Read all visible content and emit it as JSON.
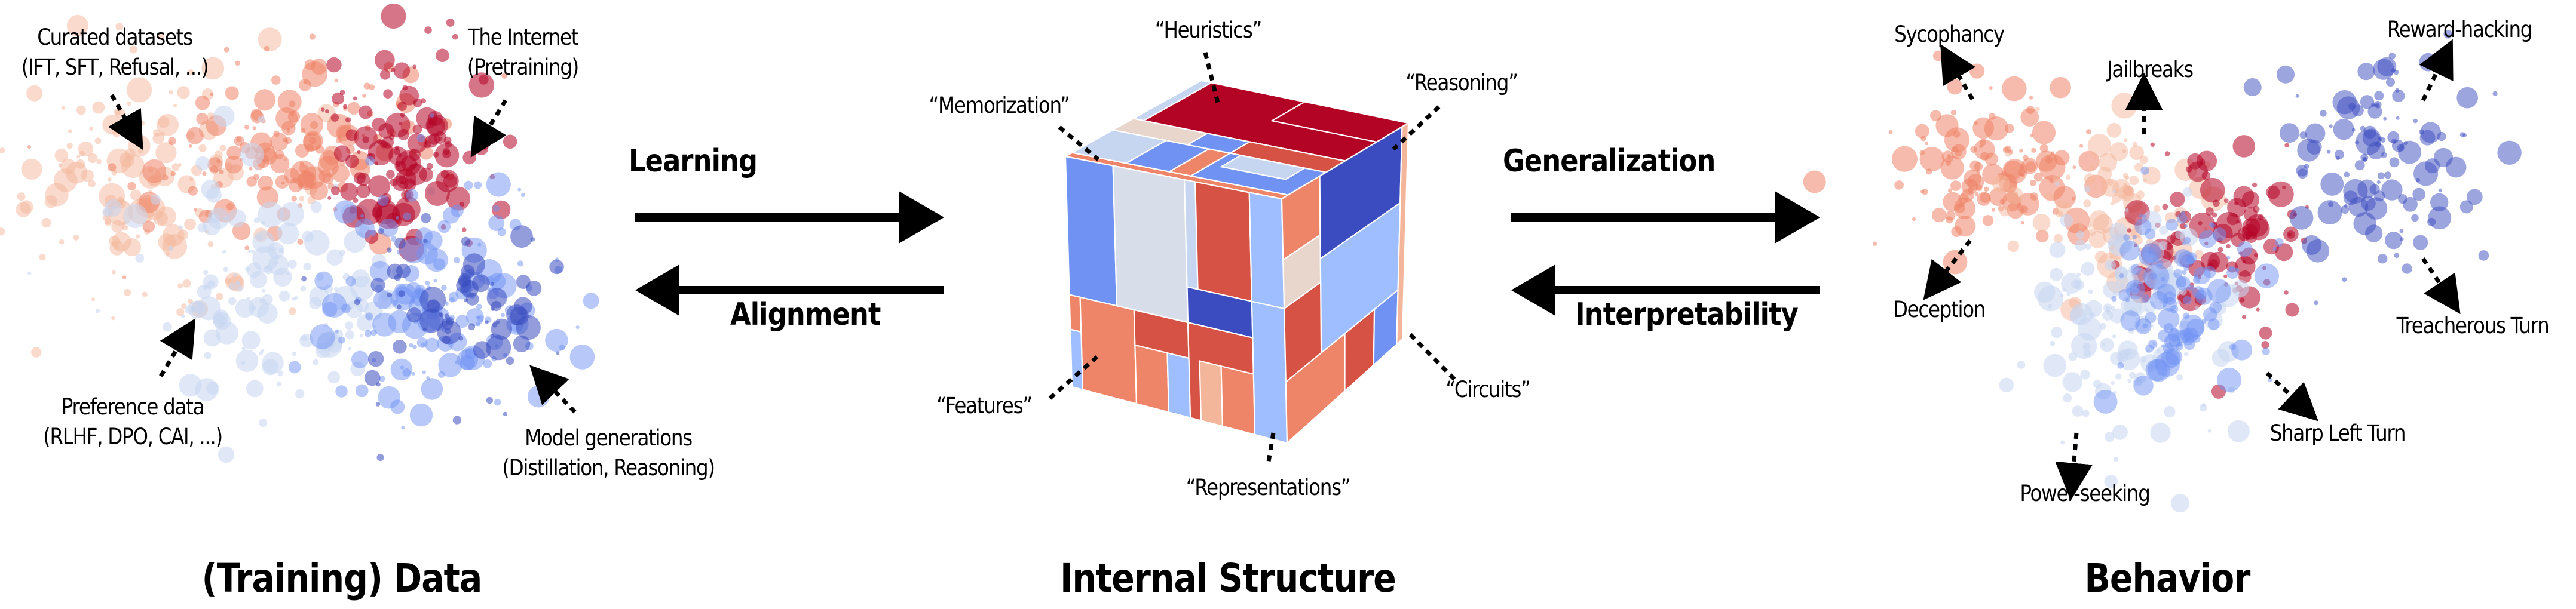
{
  "figure": {
    "sections": {
      "data": {
        "title": "(Training) Data"
      },
      "structure": {
        "title": "Internal Structure"
      },
      "behavior": {
        "title": "Behavior"
      }
    },
    "flows": {
      "learning": "Learning",
      "alignment": "Alignment",
      "generalization": "Generalization",
      "interpretability": "Interpretability"
    },
    "data_labels": {
      "curated": {
        "line1": "Curated datasets",
        "line2": "(IFT, SFT, Refusal, ...)"
      },
      "internet": {
        "line1": "The Internet",
        "line2": "(Pretraining)"
      },
      "preference": {
        "line1": "Preference data",
        "line2": "(RLHF, DPO, CAI, ...)"
      },
      "model_gen": {
        "line1": "Model generations",
        "line2": "(Distillation, Reasoning)"
      }
    },
    "structure_labels": {
      "heuristics": "“Heuristics”",
      "memorization": "“Memorization”",
      "reasoning": "“Reasoning”",
      "features": "“Features”",
      "circuits": "“Circuits”",
      "representations": "“Representations”"
    },
    "behavior_labels": {
      "sycophancy": "Sycophancy",
      "jailbreaks": "Jailbreaks",
      "reward_hacking": "Reward-hacking",
      "deception": "Deception",
      "treacherous_turn": "Treacherous Turn",
      "sharp_left_turn": "Sharp Left Turn",
      "power_seeking": "Power-seeking"
    },
    "colors": {
      "dark_red": "#b40426",
      "red": "#d65244",
      "salmon": "#ee8468",
      "light_salmon": "#f4b69a",
      "beige": "#e8d6cc",
      "light_blue": "#c6d6f1",
      "blue": "#9ebeff",
      "mid_blue": "#6f92f3",
      "dark_blue": "#3b4cc0",
      "arrow": "#000000"
    }
  }
}
